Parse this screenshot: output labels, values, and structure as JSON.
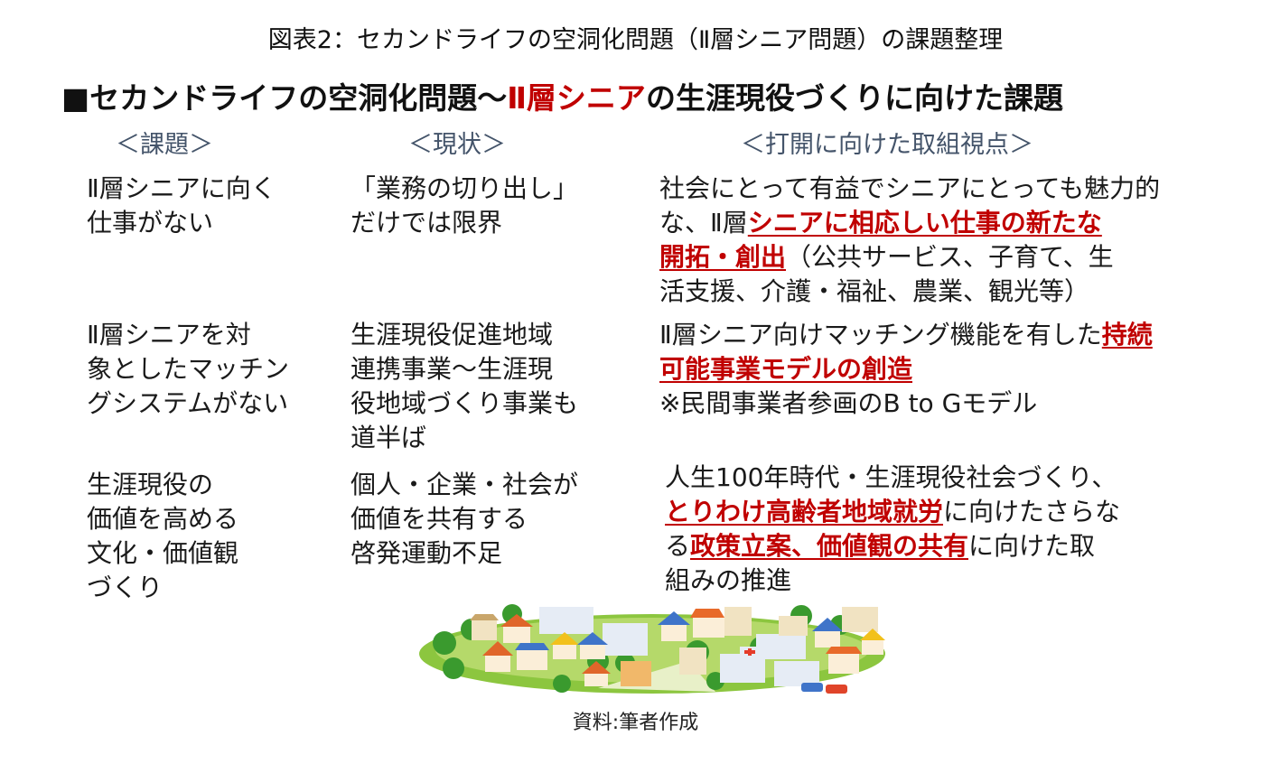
{
  "figure_title": "図表2：セカンドライフの空洞化問題（Ⅱ層シニア問題）の課題整理",
  "heading": {
    "bullet": "■",
    "part1": "セカンドライフの空洞化問題～",
    "part2_red": "Ⅱ層シニア",
    "part3": "の生涯現役づくりに向けた課題",
    "accent_color": "#c00000"
  },
  "columns": {
    "issue": "＜課題＞",
    "status": "＜現状＞",
    "approach": "＜打開に向けた取組視点＞",
    "header_color": "#44546a"
  },
  "rows": [
    {
      "issue": [
        "Ⅱ層シニアに向く",
        "仕事がない"
      ],
      "status": [
        "「業務の切り出し」",
        "だけでは限界"
      ],
      "approach": {
        "line1": "社会にとって有益でシニアにとっても魅力的",
        "line2_pre": "な、Ⅱ層",
        "line2_hl": "シニアに相応しい仕事の新たな",
        "line3_hl": "開拓・創出",
        "line3_post": "（公共サービス、子育て、生",
        "line4": "活支援、介護・福祉、農業、観光等）"
      }
    },
    {
      "issue": [
        "Ⅱ層シニアを対",
        "象としたマッチン",
        "グシステムがない"
      ],
      "status": [
        "生涯現役促進地域",
        "連携事業～生涯現",
        "役地域づくり事業も",
        "道半ば"
      ],
      "approach": {
        "line1_pre": "Ⅱ層シニア向けマッチング機能を有した",
        "line1_hl": "持続",
        "line2_hl": "可能事業モデルの創造",
        "line3": "※民間事業者参画のB to Gモデル"
      }
    },
    {
      "issue": [
        "生涯現役の",
        "価値を高める",
        "文化・価値観",
        "づくり"
      ],
      "status": [
        "個人・企業・社会が",
        "価値を共有する",
        "啓発運動不足"
      ],
      "approach": {
        "line1": "人生100年時代・生涯現役社会づくり、",
        "line2_hl": "とりわけ高齢者地域就労",
        "line2_post": "に向けたさらな",
        "line3_pre": "る",
        "line3_hl": "政策立案、価値観の共有",
        "line3_post": "に向けた取",
        "line4": "組みの推進"
      }
    }
  ],
  "illustration": "town-illustration",
  "source": "資料:筆者作成"
}
